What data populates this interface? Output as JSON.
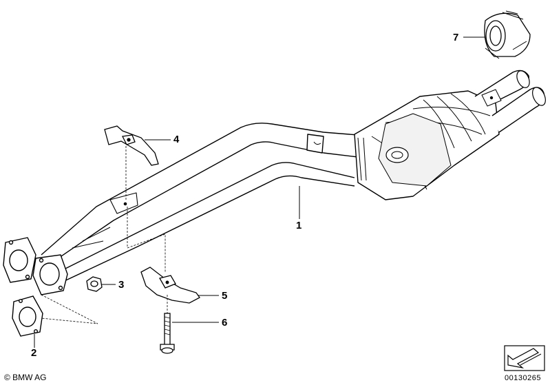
{
  "callouts": {
    "part_1": "1",
    "part_2": "2",
    "part_3": "3",
    "part_4": "4",
    "part_5": "5",
    "part_6": "6",
    "part_7": "7"
  },
  "footer": {
    "copyright": "© BMW AG",
    "doc_number": "00130265"
  },
  "icons": {
    "direction_arrow": "direction-arrow-icon"
  }
}
